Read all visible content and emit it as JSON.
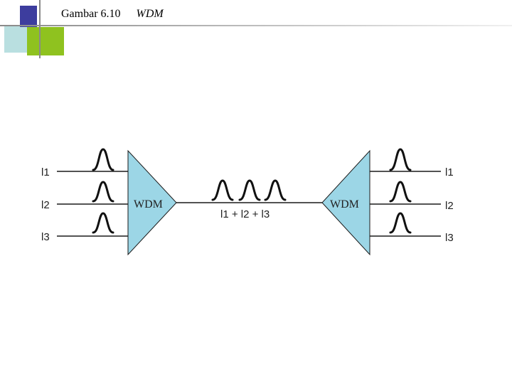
{
  "header": {
    "figure_number": "Gambar 6.10",
    "title": "WDM"
  },
  "diagram": {
    "multiplexer_label": "WDM",
    "demultiplexer_label": "WDM",
    "inputs": [
      "l1",
      "l2",
      "l3"
    ],
    "outputs": [
      "l1",
      "l2",
      "l3"
    ],
    "combined_label": "l1 + l2 + l3"
  }
}
